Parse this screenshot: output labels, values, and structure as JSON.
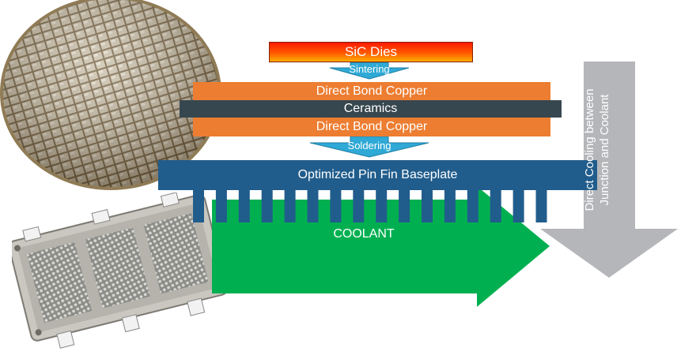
{
  "layers": {
    "sic_dies": "SiC Dies",
    "sintering": "Sintering",
    "dbc_top": "Direct Bond Copper",
    "ceramics": "Ceramics",
    "dbc_bottom": "Direct Bond Copper",
    "soldering": "Soldering",
    "baseplate": "Optimized Pin Fin Baseplate"
  },
  "flow": {
    "coolant": "COOLANT",
    "direct_cooling": "Direct Cooling between\nJunction and Coolant"
  },
  "colors": {
    "copper": "#ed7d31",
    "ceramics": "#37474f",
    "baseplate": "#215d8c",
    "coolant": "#00b050",
    "process_arrow": "#2fa9d6",
    "cooling_arrow": "#b4b6b9"
  },
  "images": {
    "wafer": "sic-wafer-photo",
    "module": "pin-fin-power-module-photo"
  }
}
